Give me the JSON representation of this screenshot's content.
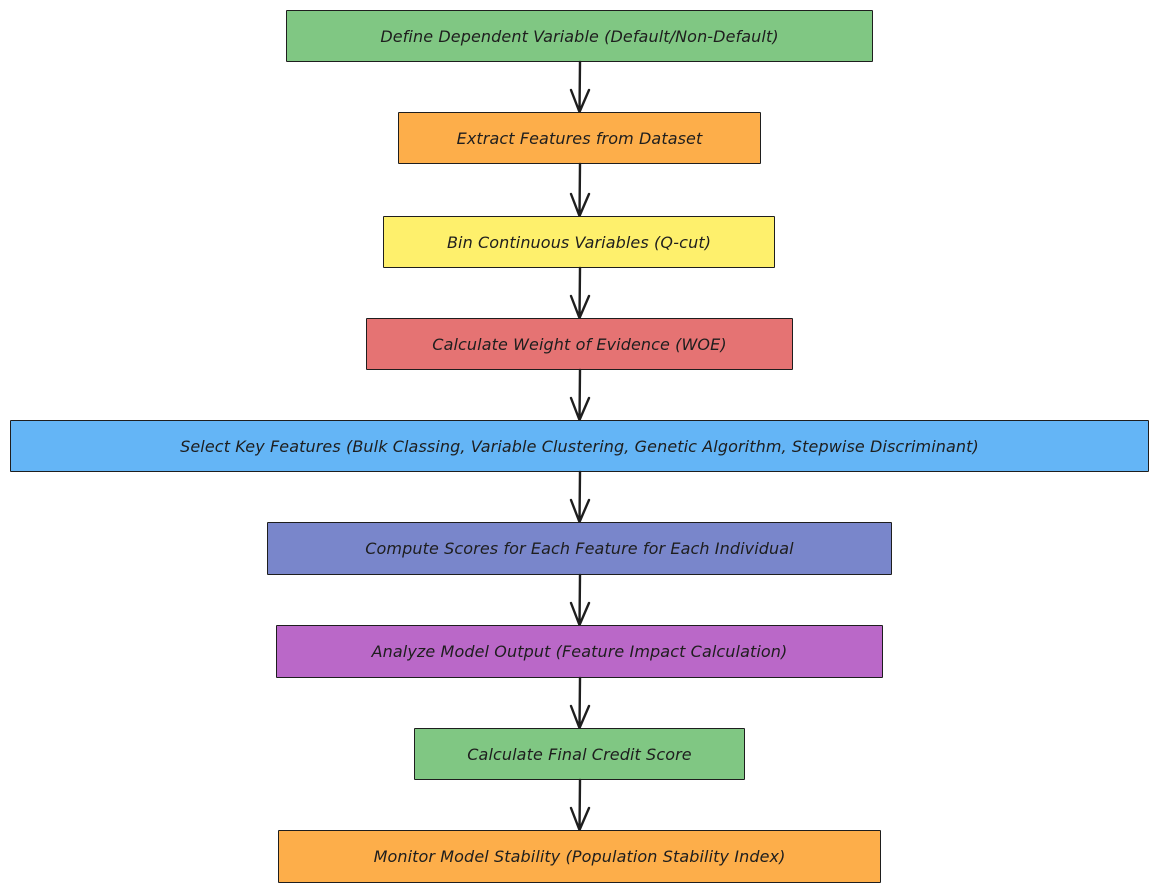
{
  "steps": [
    {
      "label": "Define Dependent Variable (Default/Non-Default)",
      "color": "#80c783"
    },
    {
      "label": "Extract Features from Dataset",
      "color": "#fdae4a"
    },
    {
      "label": "Bin Continuous Variables (Q-cut)",
      "color": "#fef06c"
    },
    {
      "label": "Calculate Weight of Evidence (WOE)",
      "color": "#e57373"
    },
    {
      "label": "Select Key Features (Bulk Classing, Variable Clustering, Genetic Algorithm, Stepwise Discriminant)",
      "color": "#64b5f6"
    },
    {
      "label": "Compute Scores for Each Feature for Each Individual",
      "color": "#7986cb"
    },
    {
      "label": "Analyze Model Output (Feature Impact Calculation)",
      "color": "#ba68c8"
    },
    {
      "label": "Calculate Final Credit Score",
      "color": "#80c783"
    },
    {
      "label": "Monitor Model Stability (Population Stability Index)",
      "color": "#fdae4a"
    }
  ]
}
